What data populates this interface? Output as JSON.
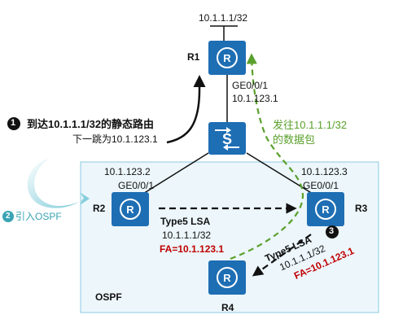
{
  "network": {
    "top_prefix": "10.1.1.1/32",
    "ospf_area_label": "OSPF",
    "routers": {
      "r1": "R1",
      "r2": "R2",
      "r3": "R3",
      "r4": "R4"
    },
    "interfaces": {
      "r1_if": "GE0/0/1",
      "r1_ip": "10.1.123.1",
      "r2_ip": "10.1.123.2",
      "r2_if": "GE0/0/1",
      "r3_ip": "10.1.123.3",
      "r3_if": "GE0/0/1"
    }
  },
  "annotations": {
    "step1_num": "1",
    "step1_text": "到达10.1.1.1/32的静态路由",
    "step1_nexthop": "下一跳为10.1.123.1",
    "step2_num": "2",
    "step2_text": "引入OSPF",
    "step3_num": "3",
    "green_line1": "发往10.1.1.1/32",
    "green_line2": "的数据包",
    "lsa1_title": "Type5 LSA",
    "lsa1_prefix": "10.1.1.1/32",
    "lsa1_fa": "FA=10.1.123.1",
    "lsa2_title": "Type5 LSA",
    "lsa2_prefix": "10.1.1.1/32",
    "lsa2_fa": "FA=10.1.123.1"
  },
  "colors": {
    "device": "#1e6eb4",
    "area_fill": "#ecf6fb",
    "area_border": "#8ccbe0",
    "green": "#5aa02c",
    "teal": "#3aa3b3",
    "red": "#c00000"
  }
}
